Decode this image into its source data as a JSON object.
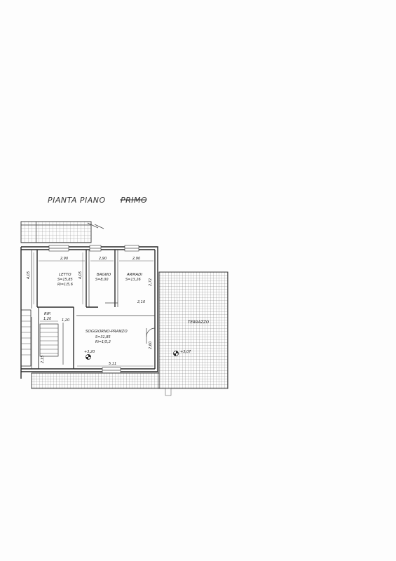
{
  "plan": {
    "title_prefix": "PIANTA PIANO",
    "title_struck": "PRIMO",
    "rooms": {
      "letto": {
        "name": "LETTO",
        "area": "S=15,85",
        "ratio": "Ri=1/5,6"
      },
      "bagno": {
        "name": "BAGNO",
        "area": "S=8,00"
      },
      "armadi": {
        "name": "ARMADI",
        "area": "S=13,26"
      },
      "soggiorno": {
        "name": "SOGGIORNO-PRANZO",
        "area": "S=31,85",
        "ratio": "Ri=1/5,2"
      },
      "rip": {
        "name": "RIP."
      },
      "terrazzo": {
        "name": "TERRAZZO"
      }
    },
    "levels": {
      "interior": "+3,20",
      "terrace": "+3,07"
    },
    "dimensions": {
      "top_letto": "2,90",
      "top_bagno": "2,90",
      "top_armadi": "2,90",
      "top_terrace": "2,10",
      "side_letto": "4,05",
      "side_bagno": "4,05",
      "right_wall": "2,72",
      "rip_width": "1,20",
      "stair_gap": "1,20",
      "soggiorno_width": "5,11",
      "soggiorno_side": "2,60",
      "left_lower": "2,15"
    }
  }
}
